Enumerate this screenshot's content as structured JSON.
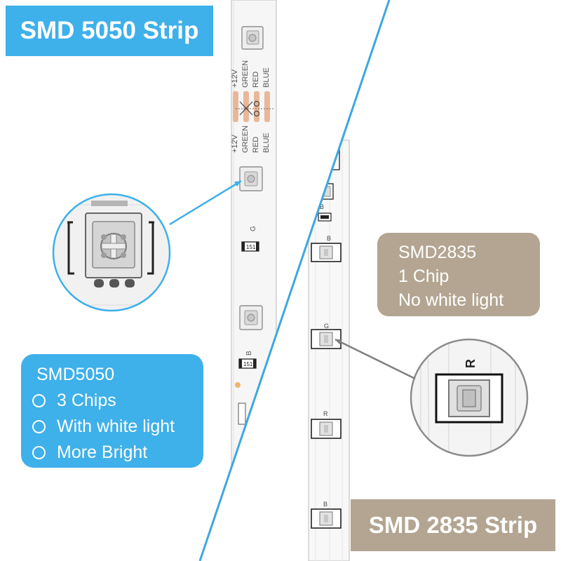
{
  "labels": {
    "smd5050_title": "SMD 5050 Strip",
    "smd2835_title": "SMD 2835 Strip",
    "smd5050_info": {
      "heading": "SMD5050",
      "features": [
        "3 Chips",
        "With white light",
        "More Bright"
      ]
    },
    "smd2835_info": {
      "lines": [
        "SMD2835",
        "1 Chip",
        "No white light"
      ]
    }
  },
  "strip_markings": {
    "top_pads": [
      "+12V",
      "GREEN",
      "RED",
      "BLUE"
    ],
    "bottom_pads": [
      "+12V",
      "GREEN",
      "RED",
      "BLUE"
    ],
    "resistor_code": "151",
    "channel_g": "G",
    "channel_b": "B",
    "channel_r": "R"
  },
  "colors": {
    "accent_blue": "#3eb0ea",
    "accent_tan": "#b3a591",
    "copper_pad": "#e8b79a",
    "divider": "#3da7e0"
  }
}
